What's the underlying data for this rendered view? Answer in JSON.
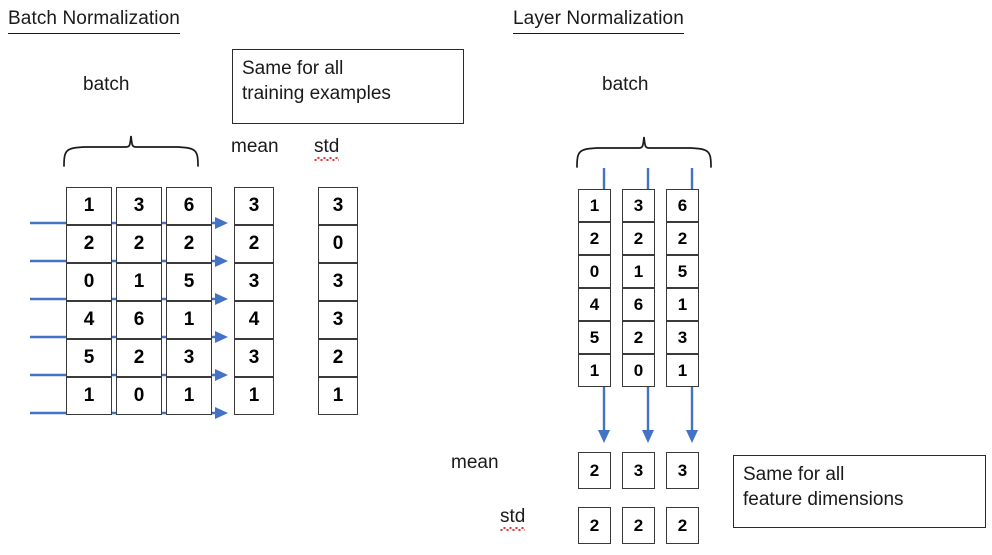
{
  "diagram": {
    "title_left": "Batch Normalization",
    "title_right": "Layer Normalization",
    "batch_label_left": "batch",
    "batch_label_right": "batch",
    "mean_label_left": "mean",
    "std_label_left": "std",
    "mean_label_right": "mean",
    "std_label_right": "std",
    "callout_left": "Same for all\ntraining examples",
    "callout_right": "Same for all\nfeature dimensions",
    "accent_blue": "#4472C4",
    "box_stroke": "#3A3A3A"
  },
  "chart_data": {
    "type": "table",
    "title": "Batch Normalization vs Layer Normalization",
    "panels": [
      {
        "name": "batch-normalization",
        "title": "Batch Normalization",
        "matrix_columns": 3,
        "matrix_rows": 6,
        "matrix": [
          [
            1,
            3,
            6
          ],
          [
            2,
            2,
            2
          ],
          [
            0,
            1,
            5
          ],
          [
            4,
            6,
            1
          ],
          [
            5,
            2,
            3
          ],
          [
            1,
            0,
            1
          ]
        ],
        "reduce_axis": "rows (across features, per training example)",
        "arrow_direction": "horizontal-right",
        "arrow_count": 6,
        "mean": [
          3,
          2,
          3,
          4,
          3,
          1
        ],
        "std": [
          3,
          0,
          3,
          3,
          2,
          1
        ],
        "note": "Same for all training examples"
      },
      {
        "name": "layer-normalization",
        "title": "Layer Normalization",
        "matrix_columns": 3,
        "matrix_rows": 6,
        "matrix": [
          [
            1,
            3,
            6
          ],
          [
            2,
            2,
            2
          ],
          [
            0,
            1,
            5
          ],
          [
            4,
            6,
            1
          ],
          [
            5,
            2,
            3
          ],
          [
            1,
            0,
            1
          ]
        ],
        "reduce_axis": "columns (across batch, per feature dimension)",
        "arrow_direction": "vertical-down",
        "arrow_count": 3,
        "mean": [
          2,
          3,
          3
        ],
        "std": [
          2,
          2,
          2
        ],
        "note": "Same for all feature dimensions"
      }
    ]
  },
  "left": {
    "matrix": {
      "rows": [
        [
          "1",
          "3",
          "6"
        ],
        [
          "2",
          "2",
          "2"
        ],
        [
          "0",
          "1",
          "5"
        ],
        [
          "4",
          "6",
          "1"
        ],
        [
          "5",
          "2",
          "3"
        ],
        [
          "1",
          "0",
          "1"
        ]
      ]
    },
    "mean_column": [
      "3",
      "2",
      "3",
      "4",
      "3",
      "1"
    ],
    "std_column": [
      "3",
      "0",
      "3",
      "3",
      "2",
      "1"
    ]
  },
  "right": {
    "matrix": {
      "rows": [
        [
          "1",
          "3",
          "6"
        ],
        [
          "2",
          "2",
          "2"
        ],
        [
          "0",
          "1",
          "5"
        ],
        [
          "4",
          "6",
          "1"
        ],
        [
          "5",
          "2",
          "3"
        ],
        [
          "1",
          "0",
          "1"
        ]
      ]
    },
    "mean_row": [
      "2",
      "3",
      "3"
    ],
    "std_row": [
      "2",
      "2",
      "2"
    ]
  }
}
